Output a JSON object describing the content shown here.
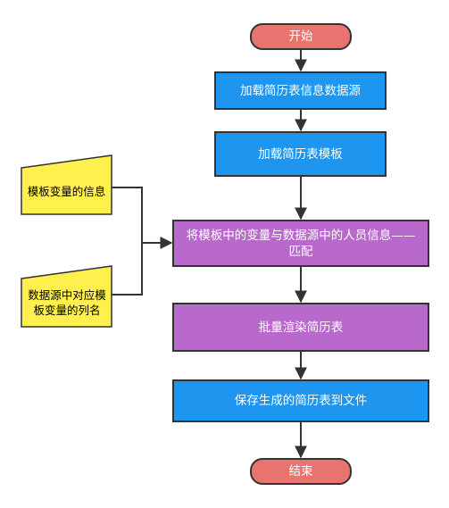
{
  "diagram": {
    "start": "开始",
    "end": "结束",
    "steps": [
      "加载简历表信息数据源",
      "加载简历表模板",
      "将模板中的变量与数据源中的人员信息——匹配",
      "批量渲染简历表",
      "保存生成的简历表到文件"
    ],
    "inputs": [
      "模板变量的信息",
      "数据源中对应模板变量的列名"
    ]
  },
  "colors": {
    "terminal": "#e8736f",
    "process_blue": "#1e96f0",
    "process_purple": "#b968cc",
    "input_note": "#fff04d",
    "line": "#333333"
  }
}
